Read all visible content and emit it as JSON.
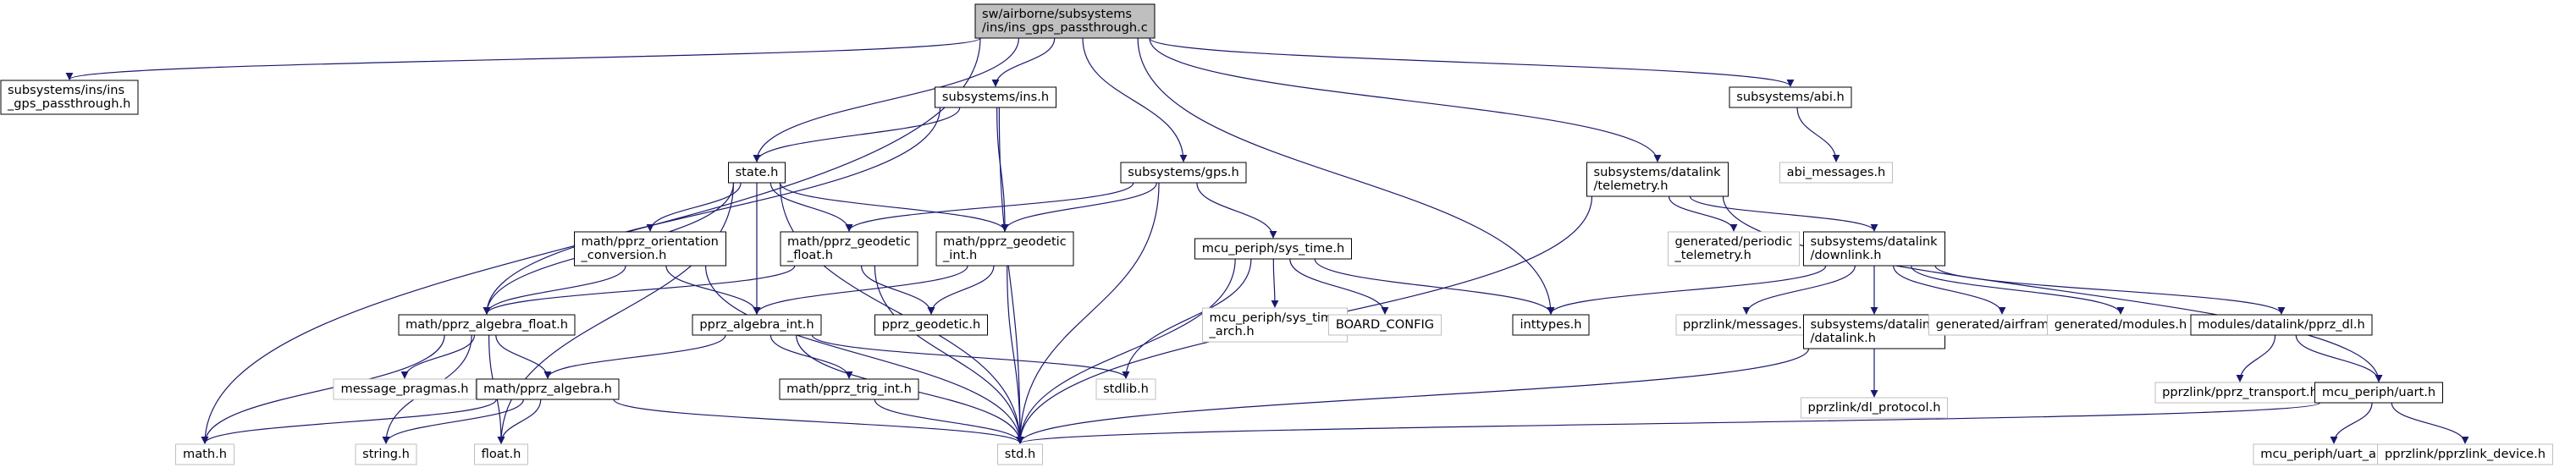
{
  "colors": {
    "edge": "#191970",
    "box_border_solid": "#000000",
    "box_border_missing": "#bfbfbf",
    "root_fill": "#bfbfbf",
    "box_fill": "#ffffff",
    "text": "#000000"
  },
  "nodes": [
    {
      "id": "root",
      "lines": [
        "sw/airborne/subsystems",
        "/ins/ins_gps_passthrough.c"
      ],
      "kind": "root"
    },
    {
      "id": "ins_gps_h",
      "lines": [
        "subsystems/ins/ins",
        "_gps_passthrough.h"
      ],
      "kind": "solid"
    },
    {
      "id": "ins_h",
      "lines": [
        "subsystems/ins.h"
      ],
      "kind": "solid"
    },
    {
      "id": "gps_h",
      "lines": [
        "subsystems/gps.h"
      ],
      "kind": "solid"
    },
    {
      "id": "abi_h",
      "lines": [
        "subsystems/abi.h"
      ],
      "kind": "solid"
    },
    {
      "id": "abi_messages_h",
      "lines": [
        "abi_messages.h"
      ],
      "kind": "missing"
    },
    {
      "id": "telemetry_h",
      "lines": [
        "subsystems/datalink",
        "/telemetry.h"
      ],
      "kind": "solid"
    },
    {
      "id": "state_h",
      "lines": [
        "state.h"
      ],
      "kind": "solid"
    },
    {
      "id": "orientation_h",
      "lines": [
        "math/pprz_orientation",
        "_conversion.h"
      ],
      "kind": "solid"
    },
    {
      "id": "geodetic_float_h",
      "lines": [
        "math/pprz_geodetic",
        "_float.h"
      ],
      "kind": "solid"
    },
    {
      "id": "geodetic_int_h",
      "lines": [
        "math/pprz_geodetic",
        "_int.h"
      ],
      "kind": "solid"
    },
    {
      "id": "sys_time_h",
      "lines": [
        "mcu_periph/sys_time.h"
      ],
      "kind": "solid"
    },
    {
      "id": "sys_time_arch_h",
      "lines": [
        "mcu_periph/sys_time",
        "_arch.h"
      ],
      "kind": "missing"
    },
    {
      "id": "board_config",
      "lines": [
        "BOARD_CONFIG"
      ],
      "kind": "missing"
    },
    {
      "id": "inttypes_h",
      "lines": [
        "inttypes.h"
      ],
      "kind": "solid"
    },
    {
      "id": "periodic_telemetry_h",
      "lines": [
        "generated/periodic",
        "_telemetry.h"
      ],
      "kind": "missing"
    },
    {
      "id": "downlink_h",
      "lines": [
        "subsystems/datalink",
        "/downlink.h"
      ],
      "kind": "solid"
    },
    {
      "id": "algebra_float_h",
      "lines": [
        "math/pprz_algebra_float.h"
      ],
      "kind": "solid"
    },
    {
      "id": "algebra_int_h",
      "lines": [
        "pprz_algebra_int.h"
      ],
      "kind": "solid"
    },
    {
      "id": "geodetic_h",
      "lines": [
        "pprz_geodetic.h"
      ],
      "kind": "solid"
    },
    {
      "id": "message_pragmas_h",
      "lines": [
        "message_pragmas.h"
      ],
      "kind": "missing"
    },
    {
      "id": "algebra_h",
      "lines": [
        "math/pprz_algebra.h"
      ],
      "kind": "solid"
    },
    {
      "id": "trig_int_h",
      "lines": [
        "math/pprz_trig_int.h"
      ],
      "kind": "solid"
    },
    {
      "id": "stdlib_h",
      "lines": [
        "stdlib.h"
      ],
      "kind": "missing"
    },
    {
      "id": "pprzlink_messages_h",
      "lines": [
        "pprzlink/messages.h"
      ],
      "kind": "missing"
    },
    {
      "id": "datalink_h",
      "lines": [
        "subsystems/datalink",
        "/datalink.h"
      ],
      "kind": "solid"
    },
    {
      "id": "airframe_h",
      "lines": [
        "generated/airframe.h"
      ],
      "kind": "missing"
    },
    {
      "id": "modules_h",
      "lines": [
        "generated/modules.h"
      ],
      "kind": "missing"
    },
    {
      "id": "pprz_dl_h",
      "lines": [
        "modules/datalink/pprz_dl.h"
      ],
      "kind": "solid"
    },
    {
      "id": "dl_protocol_h",
      "lines": [
        "pprzlink/dl_protocol.h"
      ],
      "kind": "missing"
    },
    {
      "id": "pprz_transport_h",
      "lines": [
        "pprzlink/pprz_transport.h"
      ],
      "kind": "missing"
    },
    {
      "id": "uart_h",
      "lines": [
        "mcu_periph/uart.h"
      ],
      "kind": "solid"
    },
    {
      "id": "math_h",
      "lines": [
        "math.h"
      ],
      "kind": "missing"
    },
    {
      "id": "string_h",
      "lines": [
        "string.h"
      ],
      "kind": "missing"
    },
    {
      "id": "float_h",
      "lines": [
        "float.h"
      ],
      "kind": "missing"
    },
    {
      "id": "std_h",
      "lines": [
        "std.h"
      ],
      "kind": "missing"
    },
    {
      "id": "uart_arch_h",
      "lines": [
        "mcu_periph/uart_arch.h"
      ],
      "kind": "missing"
    },
    {
      "id": "pprzlink_device_h",
      "lines": [
        "pprzlink/pprzlink_device.h"
      ],
      "kind": "missing"
    }
  ],
  "edges": [
    [
      "root",
      "ins_gps_h"
    ],
    [
      "root",
      "ins_h"
    ],
    [
      "root",
      "gps_h"
    ],
    [
      "root",
      "abi_h"
    ],
    [
      "root",
      "telemetry_h"
    ],
    [
      "root",
      "state_h"
    ],
    [
      "root",
      "math_h"
    ],
    [
      "root",
      "inttypes_h"
    ],
    [
      "ins_h",
      "state_h"
    ],
    [
      "ins_h",
      "algebra_float_h"
    ],
    [
      "ins_h",
      "geodetic_int_h"
    ],
    [
      "ins_h",
      "std_h"
    ],
    [
      "gps_h",
      "geodetic_float_h"
    ],
    [
      "gps_h",
      "geodetic_int_h"
    ],
    [
      "gps_h",
      "sys_time_h"
    ],
    [
      "gps_h",
      "std_h"
    ],
    [
      "abi_h",
      "abi_messages_h"
    ],
    [
      "telemetry_h",
      "periodic_telemetry_h"
    ],
    [
      "telemetry_h",
      "downlink_h"
    ],
    [
      "telemetry_h",
      "std_h"
    ],
    [
      "telemetry_h",
      "uart_h"
    ],
    [
      "state_h",
      "orientation_h"
    ],
    [
      "state_h",
      "geodetic_float_h"
    ],
    [
      "state_h",
      "geodetic_int_h"
    ],
    [
      "state_h",
      "algebra_float_h"
    ],
    [
      "state_h",
      "algebra_int_h"
    ],
    [
      "state_h",
      "std_h"
    ],
    [
      "state_h",
      "float_h"
    ],
    [
      "orientation_h",
      "algebra_float_h"
    ],
    [
      "orientation_h",
      "algebra_int_h"
    ],
    [
      "orientation_h",
      "std_h"
    ],
    [
      "geodetic_float_h",
      "algebra_float_h"
    ],
    [
      "geodetic_float_h",
      "geodetic_h"
    ],
    [
      "geodetic_float_h",
      "std_h"
    ],
    [
      "geodetic_int_h",
      "algebra_int_h"
    ],
    [
      "geodetic_int_h",
      "geodetic_h"
    ],
    [
      "geodetic_int_h",
      "std_h"
    ],
    [
      "sys_time_h",
      "sys_time_arch_h"
    ],
    [
      "sys_time_h",
      "board_config"
    ],
    [
      "sys_time_h",
      "inttypes_h"
    ],
    [
      "sys_time_h",
      "stdlib_h"
    ],
    [
      "sys_time_h",
      "std_h"
    ],
    [
      "downlink_h",
      "inttypes_h"
    ],
    [
      "downlink_h",
      "pprzlink_messages_h"
    ],
    [
      "downlink_h",
      "datalink_h"
    ],
    [
      "downlink_h",
      "airframe_h"
    ],
    [
      "downlink_h",
      "modules_h"
    ],
    [
      "downlink_h",
      "pprz_dl_h"
    ],
    [
      "algebra_float_h",
      "message_pragmas_h"
    ],
    [
      "algebra_float_h",
      "algebra_h"
    ],
    [
      "algebra_float_h",
      "math_h"
    ],
    [
      "algebra_float_h",
      "string_h"
    ],
    [
      "algebra_float_h",
      "float_h"
    ],
    [
      "algebra_int_h",
      "algebra_h"
    ],
    [
      "algebra_int_h",
      "trig_int_h"
    ],
    [
      "algebra_int_h",
      "stdlib_h"
    ],
    [
      "algebra_int_h",
      "std_h"
    ],
    [
      "algebra_h",
      "math_h"
    ],
    [
      "algebra_h",
      "string_h"
    ],
    [
      "algebra_h",
      "float_h"
    ],
    [
      "algebra_h",
      "std_h"
    ],
    [
      "trig_int_h",
      "std_h"
    ],
    [
      "datalink_h",
      "dl_protocol_h"
    ],
    [
      "datalink_h",
      "std_h"
    ],
    [
      "pprz_dl_h",
      "pprz_transport_h"
    ],
    [
      "pprz_dl_h",
      "uart_h"
    ],
    [
      "uart_h",
      "std_h"
    ],
    [
      "uart_h",
      "uart_arch_h"
    ],
    [
      "uart_h",
      "pprzlink_device_h"
    ]
  ]
}
